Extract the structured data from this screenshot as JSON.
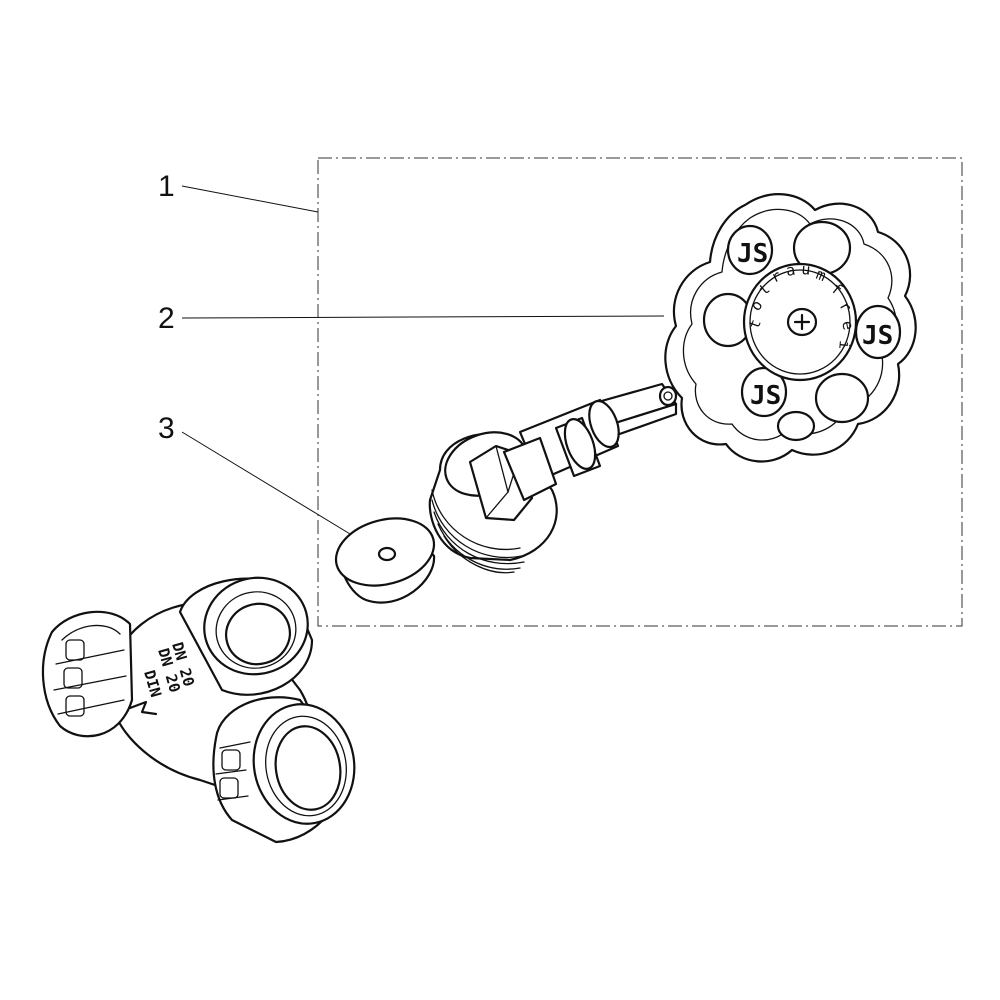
{
  "callouts": [
    {
      "id": "1",
      "label": "1"
    },
    {
      "id": "2",
      "label": "2"
    },
    {
      "id": "3",
      "label": "3"
    }
  ],
  "handwheel": {
    "cap_text": [
      "t",
      "o",
      "t",
      "r",
      "a",
      "u",
      "m",
      "f",
      "r",
      "e",
      "i"
    ],
    "logo_text": "JS"
  },
  "valve_body": {
    "markings": [
      "DN 20",
      "DN 20",
      "DIN"
    ]
  },
  "colors": {
    "line": "#111111",
    "background": "#ffffff"
  }
}
